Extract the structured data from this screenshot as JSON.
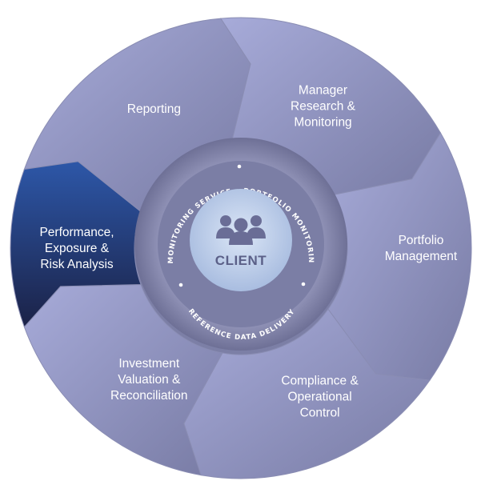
{
  "segments": [
    {
      "id": "reporting",
      "lines": [
        "Reporting"
      ],
      "highlighted": false
    },
    {
      "id": "manager-research",
      "lines": [
        "Manager",
        "Research &",
        "Monitoring"
      ],
      "highlighted": false
    },
    {
      "id": "portfolio-management",
      "lines": [
        "Portfolio",
        "Management"
      ],
      "highlighted": false
    },
    {
      "id": "compliance",
      "lines": [
        "Compliance &",
        "Operational",
        "Control"
      ],
      "highlighted": false
    },
    {
      "id": "investment-valuation",
      "lines": [
        "Investment",
        "Valuation &",
        "Reconciliation"
      ],
      "highlighted": false
    },
    {
      "id": "performance",
      "lines": [
        "Performance,",
        "Exposure &",
        "Risk Analysis"
      ],
      "highlighted": true
    }
  ],
  "ring_services": {
    "top_left": "MANAGER MONITORING SERVICE",
    "top_right": "PORTFOLIO MONITORING SERVICE",
    "bottom": "REFERENCE DATA DELIVERY"
  },
  "center": {
    "label": "CLIENT",
    "icon": "people-group-icon"
  },
  "colors": {
    "segment_light": "#9ea2d0",
    "segment_dark": "#6b6e93",
    "highlight_top": "#2d57a8",
    "highlight_bottom": "#1b2247",
    "center_fill": "#c6d6ee",
    "center_text": "#5b6088"
  }
}
